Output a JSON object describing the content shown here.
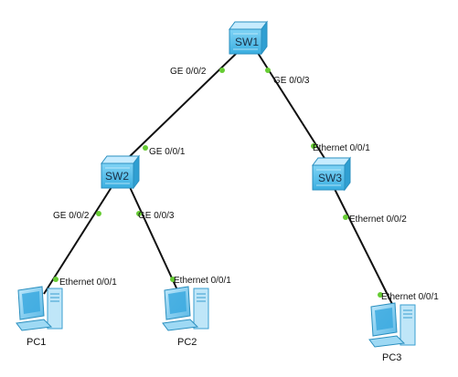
{
  "colors": {
    "link": "#111111",
    "port_dot": "#66cc33",
    "switch_top": "#c7ecff",
    "switch_face": "#5fc3ee",
    "switch_edge": "#2a8fbf",
    "pc_body": "#8fd3f2",
    "pc_screen": "#3ba9df"
  },
  "devices": {
    "sw1": {
      "label": "SW1",
      "icon": "switch-icon"
    },
    "sw2": {
      "label": "SW2",
      "icon": "switch-icon"
    },
    "sw3": {
      "label": "SW3",
      "icon": "switch-icon"
    },
    "pc1": {
      "label": "PC1",
      "icon": "pc-icon"
    },
    "pc2": {
      "label": "PC2",
      "icon": "pc-icon"
    },
    "pc3": {
      "label": "PC3",
      "icon": "pc-icon"
    }
  },
  "links": [
    {
      "from": "SW1",
      "from_port": "GE 0/0/2",
      "to": "SW2",
      "to_port": "GE 0/0/1"
    },
    {
      "from": "SW1",
      "from_port": "GE 0/0/3",
      "to": "SW3",
      "to_port": "Ethernet 0/0/1"
    },
    {
      "from": "SW2",
      "from_port": "GE 0/0/2",
      "to": "PC1",
      "to_port": "Ethernet 0/0/1"
    },
    {
      "from": "SW2",
      "from_port": "GE 0/0/3",
      "to": "PC2",
      "to_port": "Ethernet 0/0/1"
    },
    {
      "from": "SW3",
      "from_port": "Ethernet 0/0/2",
      "to": "PC3",
      "to_port": "Ethernet 0/0/1"
    }
  ]
}
